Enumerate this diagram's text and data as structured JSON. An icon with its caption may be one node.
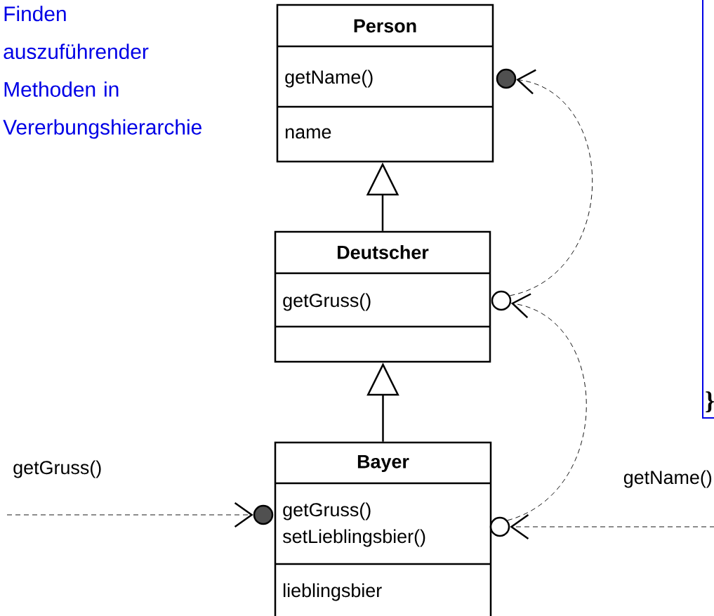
{
  "diagram": {
    "nodes": [
      {
        "text": [
          "Person",
          "getName()",
          "name"
        ]
      },
      {
        "text": [
          "Deutscher",
          "getGruss()"
        ]
      },
      {
        "text": [
          "Bayer",
          "getGruss()",
          "setLieblingsbier()",
          "lieblingsbier"
        ]
      },
      {
        "text": [
          "}"
        ]
      },
      {
        "text": [],
        "shape": "circle"
      },
      {
        "text": [],
        "shape": "circle"
      },
      {
        "text": [],
        "shape": "circle"
      },
      {
        "text": [],
        "shape": "circle"
      }
    ],
    "edges": [
      {
        "from": 1,
        "to": 0,
        "arrow": "to",
        "style": "thick"
      },
      {
        "from": 2,
        "to": 1,
        "arrow": "to",
        "style": "thick"
      },
      {
        "from": null,
        "to": 6,
        "arrow": "to",
        "style": "dashed",
        "label": "getGruss()"
      },
      {
        "from": null,
        "to": 7,
        "arrow": "to",
        "style": "dashed",
        "label": "getName()"
      },
      {
        "from": 7,
        "to": 5,
        "arrow": "to",
        "style": "dashed"
      },
      {
        "from": 5,
        "to": 4,
        "arrow": "to",
        "style": "dashed"
      }
    ],
    "labels": [
      "Finden auszuführender Methoden in Vererbungshierarchie"
    ]
  }
}
